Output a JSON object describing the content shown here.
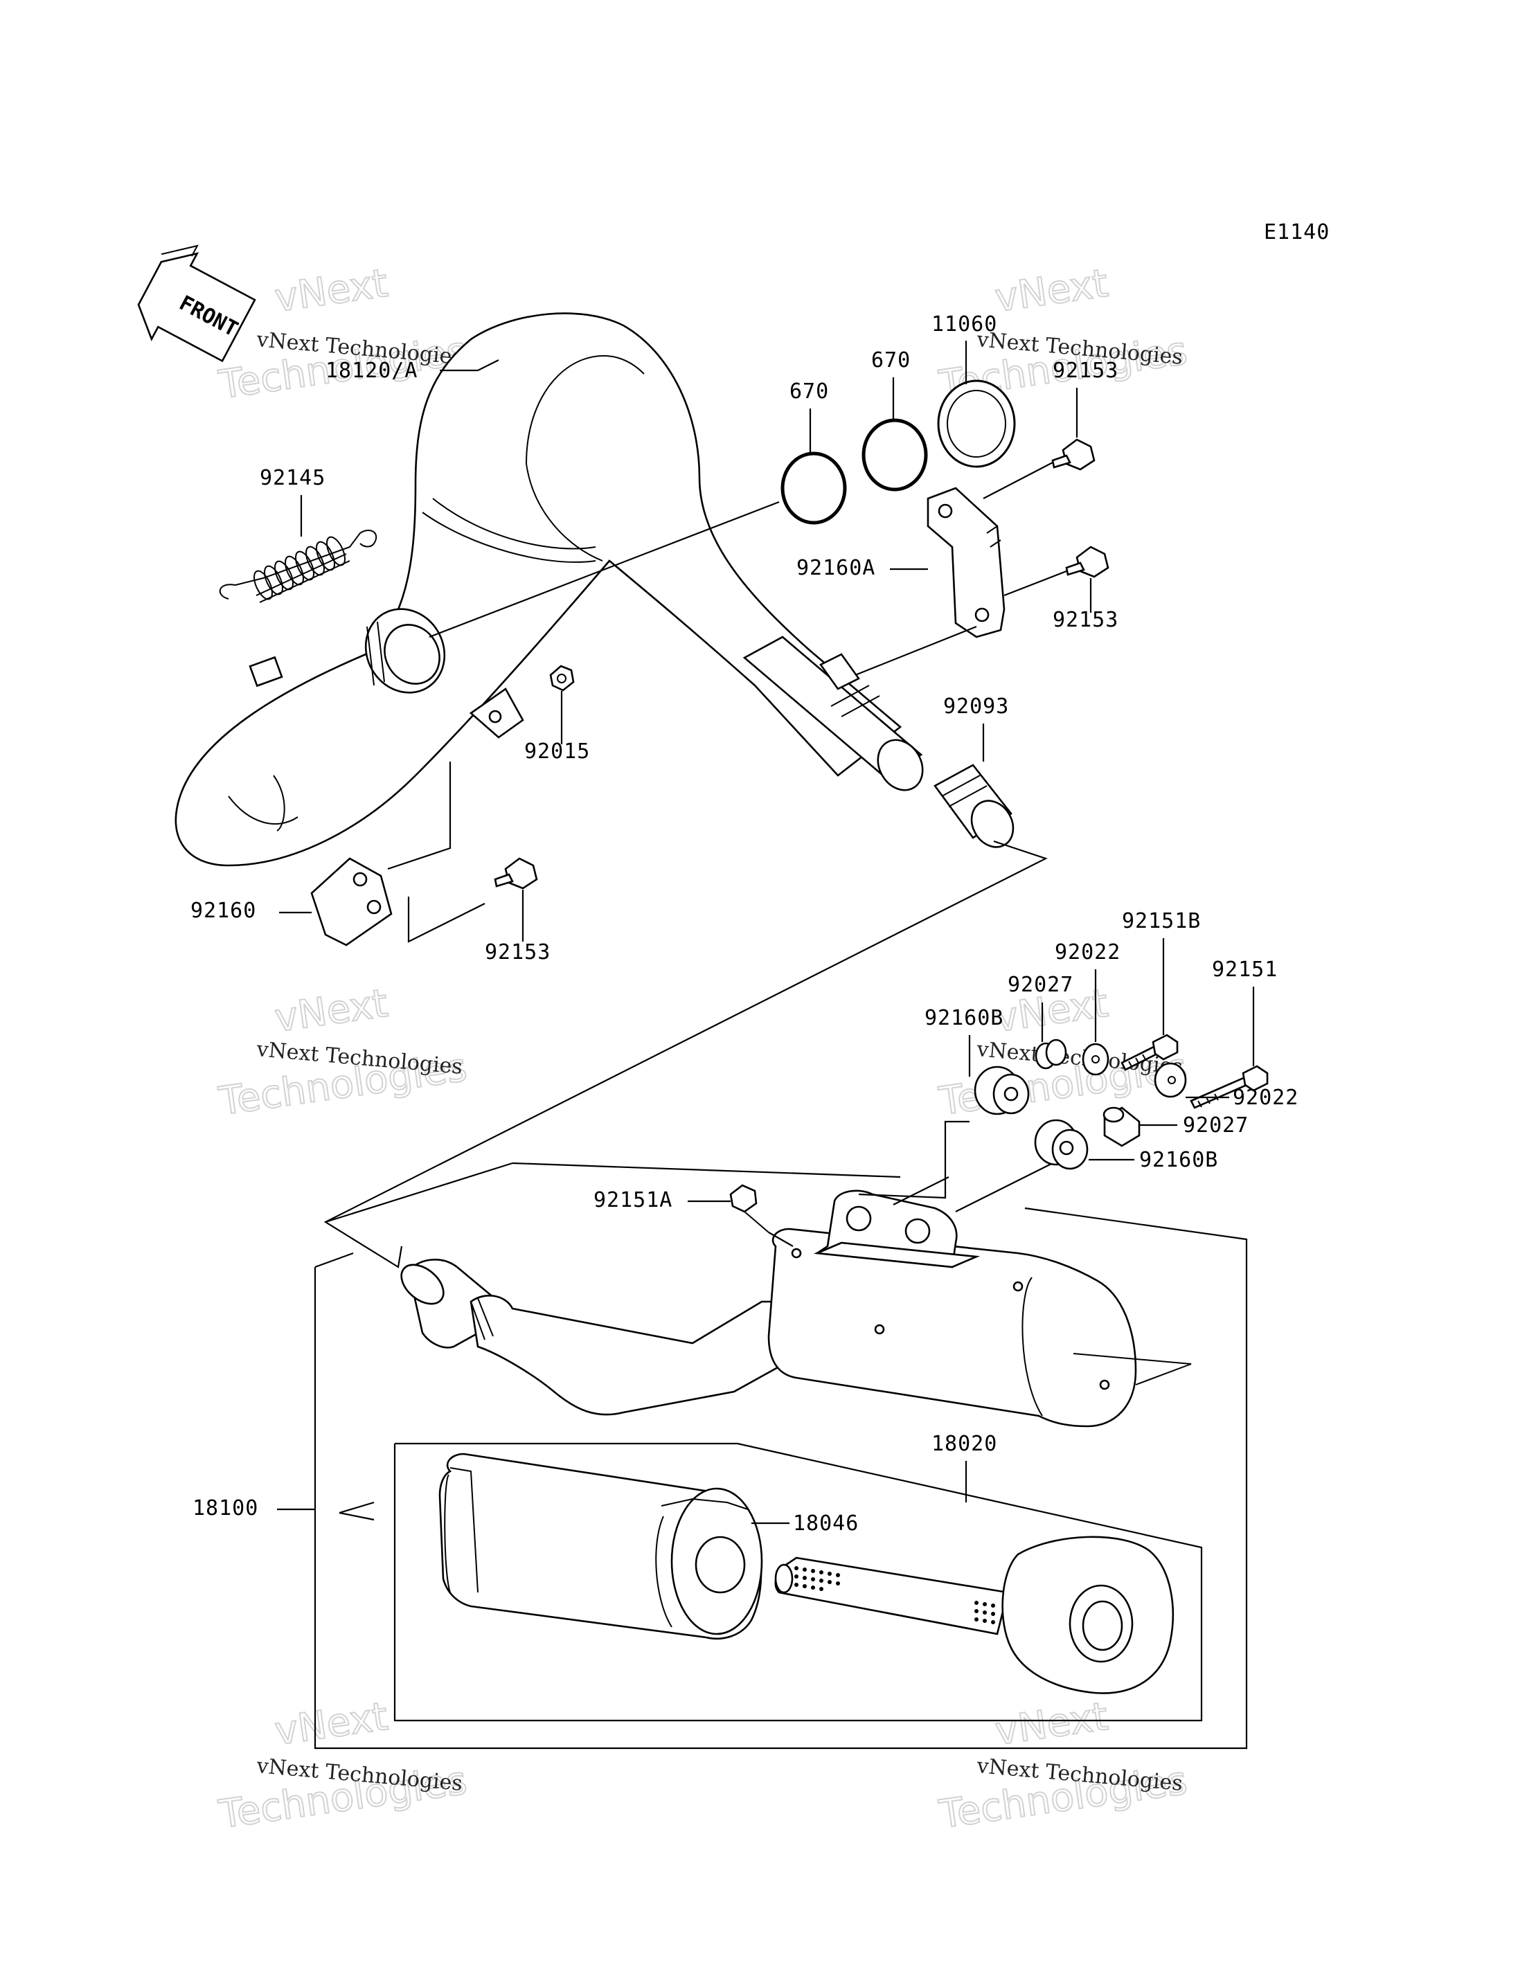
{
  "diagram_code": "E1140",
  "front_label": "FRONT",
  "watermark": {
    "line1": "vNext Technologies",
    "line2": "Technologies",
    "line3": "vNext"
  },
  "parts": {
    "p18120A": "18120/A",
    "p92145": "92145",
    "p670a": "670",
    "p670b": "670",
    "p11060": "11060",
    "p92153a": "92153",
    "p92160A": "92160A",
    "p92153b": "92153",
    "p92015": "92015",
    "p92093": "92093",
    "p92160": "92160",
    "p92153c": "92153",
    "p92151B": "92151B",
    "p92022a": "92022",
    "p92151": "92151",
    "p92027a": "92027",
    "p92160Ba": "92160B",
    "p92022b": "92022",
    "p92027b": "92027",
    "p92160Bb": "92160B",
    "p92151A": "92151A",
    "p18020": "18020",
    "p18100": "18100",
    "p18046": "18046"
  }
}
